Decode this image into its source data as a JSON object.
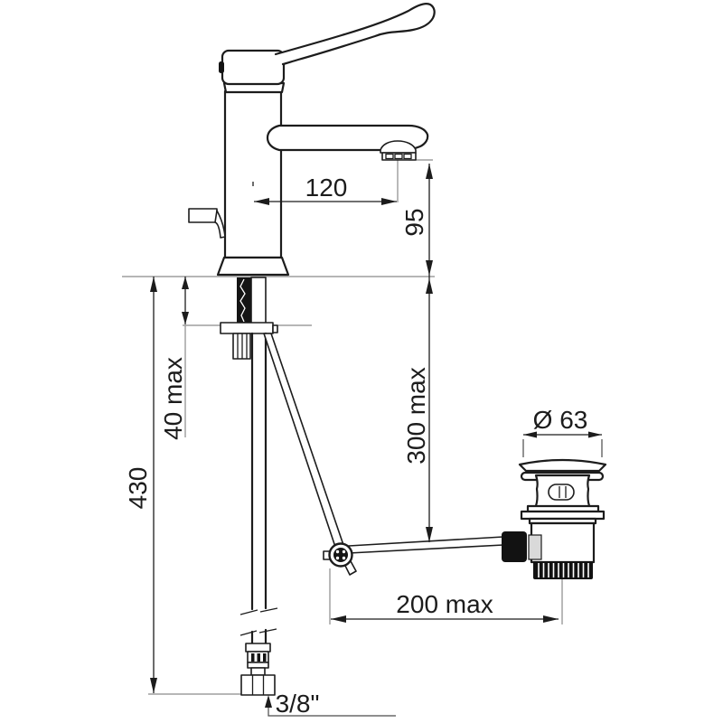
{
  "drawing": {
    "subject": "single-lever basin mixer with long clinical handle, flexible supply hose and pop-up waste",
    "style": "technical line drawing",
    "background_color": "#ffffff",
    "line_color": "#1c1c1c",
    "extension_line_color": "#8a8a8a"
  },
  "dimensions": {
    "spout_reach": "120",
    "spout_outlet_height": "95",
    "deck_thickness_max": "40 max",
    "popup_rod_drop_max": "300 max",
    "supply_hose_length": "430",
    "rod_horizontal_reach_max": "200 max",
    "waste_flange_diameter": "Ø 63",
    "supply_connection_thread": "3/8\""
  }
}
